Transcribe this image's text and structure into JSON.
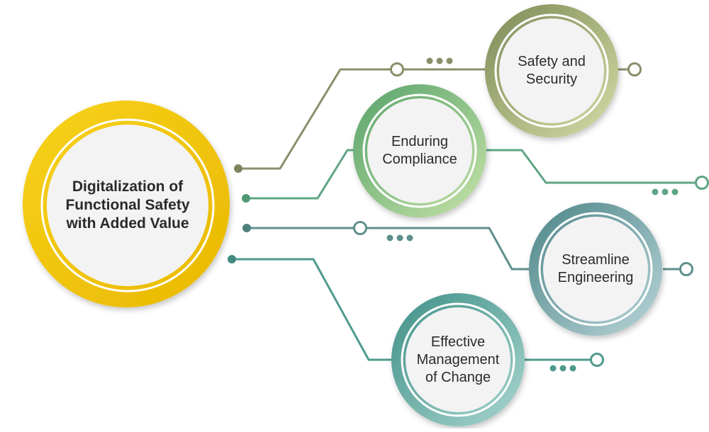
{
  "main_topic": {
    "label": "Digitalization of\nFunctional Safety\nwith Added Value",
    "color": "#f4c400"
  },
  "branches": [
    {
      "label": "Safety and\nSecurity",
      "color": "#8f9a6e"
    },
    {
      "label": "Enduring\nCompliance",
      "color": "#76b07a"
    },
    {
      "label": "Streamline\nEngineering",
      "color": "#7fa2a8"
    },
    {
      "label": "Effective\nManagement\nof Change",
      "color": "#5fa79f"
    }
  ],
  "colors": {
    "line_safety": "#8a8f6b",
    "line_compliance": "#5fa584",
    "line_engineering": "#5f8f8c",
    "line_change": "#4f9a8e",
    "inner_fill": "#f3f3f4"
  }
}
